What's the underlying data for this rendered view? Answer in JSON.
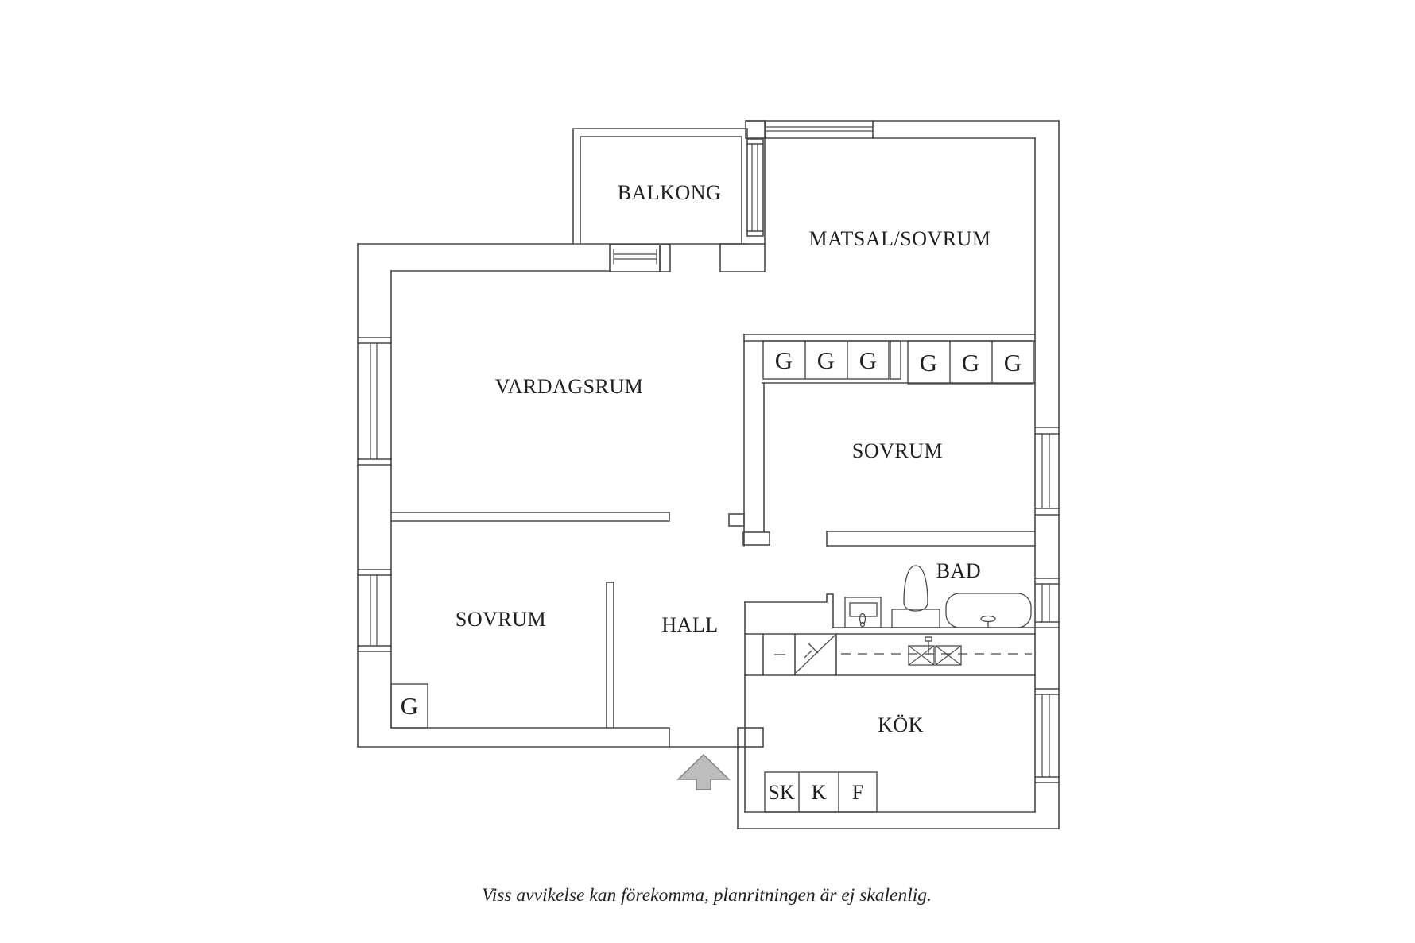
{
  "plan": {
    "colors": {
      "background": "#ffffff",
      "wall": "#4a4a4a",
      "text": "#1f1f1f",
      "arrow_fill": "#bdbdbd",
      "arrow_stroke": "#828282"
    },
    "rooms": {
      "balkong": "BALKONG",
      "matsal_sovrum": "MATSAL/SOVRUM",
      "vardagsrum": "VARDAGSRUM",
      "sovrum_right": "SOVRUM",
      "sovrum_left": "SOVRUM",
      "hall": "HALL",
      "bad": "BAD",
      "kok": "KÖK"
    },
    "storage": {
      "g": "G",
      "sk": "SK",
      "k": "K",
      "f": "F"
    },
    "footer_note": "Viss avvikelse kan förekomma, planritningen är ej skalenlig."
  }
}
